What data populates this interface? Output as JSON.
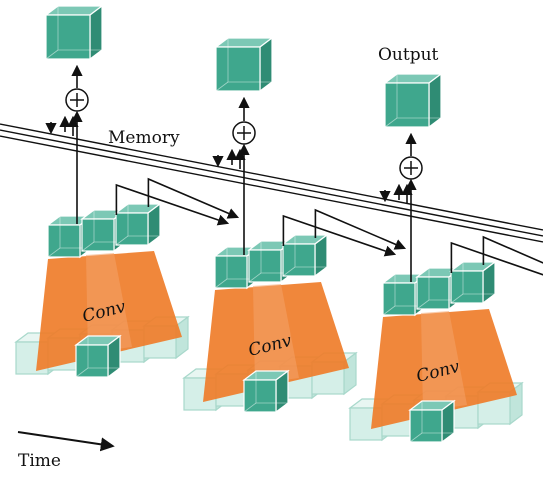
{
  "labels": {
    "output": "Output",
    "memory": "Memory",
    "time": "Time",
    "conv": "Conv",
    "sum": "+"
  },
  "colors": {
    "cube_front": "#3fa78d",
    "cube_top": "#7cc8b5",
    "cube_side": "#2f8c74",
    "cube_inner": "#5fbba2",
    "ghost_front": "#d5efe8",
    "ghost_top": "#e8f6f2",
    "ghost_side": "#c0e5db",
    "ghost_edge": "#a8d8cb",
    "conv_fill": "#ef7d2a",
    "line": "#111111"
  },
  "stages": [
    {
      "id": "stage-1",
      "conv_label": "Conv"
    },
    {
      "id": "stage-2",
      "conv_label": "Conv"
    },
    {
      "id": "stage-3",
      "conv_label": "Conv"
    }
  ]
}
